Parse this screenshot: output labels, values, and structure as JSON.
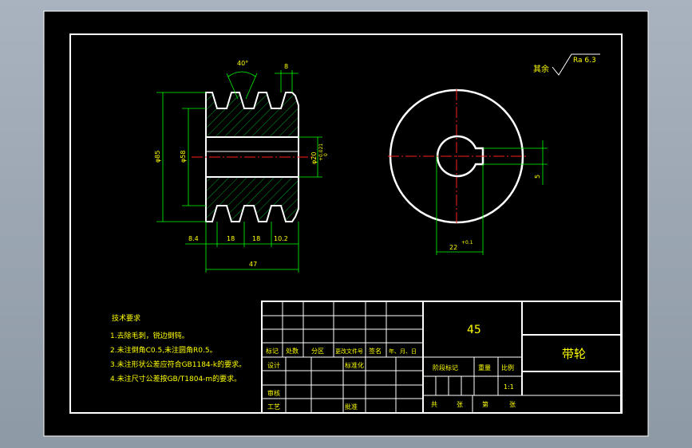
{
  "drawing": {
    "tech_requirements": {
      "title": "技术要求",
      "items": [
        "1.去除毛刺，锐边倒钝。",
        "2.未注倒角C0.5,未注圆角R0.5。",
        "3.未注形状公差应符合GB1184-k的要求。",
        "4.未注尺寸公差按GB/T1804-m的要求。"
      ]
    },
    "dimensions": {
      "angle": "40°",
      "top_pitch": "8",
      "outer_dia": "φ85",
      "inner_dia": "φ58",
      "bore_dia": "φ20",
      "bore_tol_upper": "+0.021",
      "bore_tol_lower": "0",
      "width_a": "8.4",
      "width_b": "18",
      "width_c": "18",
      "width_d": "10.2",
      "total_width": "47",
      "key_height": "22",
      "key_tol": "+0.1",
      "key_width": "5"
    },
    "roughness": {
      "label": "其余",
      "value": "Ra 6.3"
    },
    "title_block": {
      "material": "45",
      "part_name": "带轮",
      "headers": [
        "标记",
        "处数",
        "分区",
        "更改文件号",
        "签名",
        "年、月、日"
      ],
      "design_label": "设计",
      "standardize_label": "标准化",
      "review_label": "审核",
      "process_label": "工艺",
      "approve_label": "批准",
      "stage_label": "阶段标记",
      "weight_label": "重量",
      "scale_label": "比例",
      "scale_value": "1:1",
      "sheets_labels": [
        "共",
        "张",
        "第",
        "张"
      ]
    },
    "colors": {
      "line": "#ffffff",
      "text": "#ffff00",
      "block_text": "#00ff00",
      "centerline": "#ff0000",
      "dimension": "#00ff00",
      "hatch": "#00ff00",
      "paper": "#000000"
    }
  }
}
